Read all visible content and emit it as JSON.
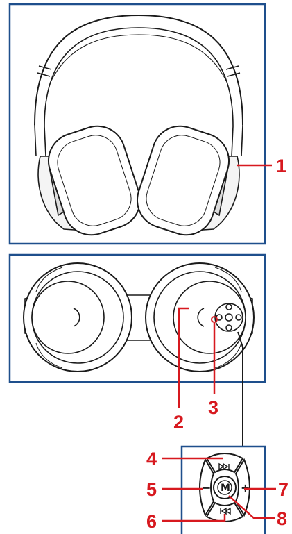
{
  "colors": {
    "frame": "#1e4f8c",
    "callout": "#d7191f",
    "line_art": "#1a1a1a",
    "background": "#ffffff"
  },
  "callouts": {
    "c1": "1",
    "c2": "2",
    "c3": "3",
    "c4": "4",
    "c5": "5",
    "c6": "6",
    "c7": "7",
    "c8": "8"
  },
  "buttons": {
    "mode": "M",
    "plus": "+",
    "minus": "−",
    "next_icon": "next-track-icon",
    "prev_icon": "previous-track-icon"
  }
}
